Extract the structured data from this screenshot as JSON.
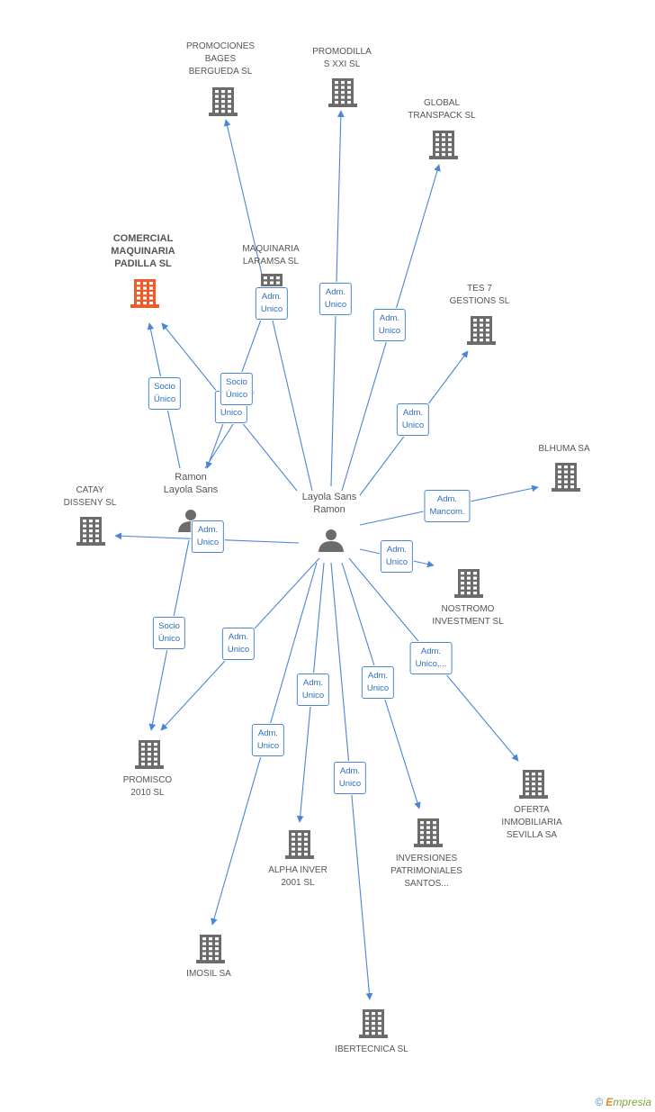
{
  "persons": [
    {
      "id": "p1",
      "label": "Layola Sans\nRamon"
    },
    {
      "id": "p2",
      "label": "Ramon\nLayola Sans"
    }
  ],
  "companies": [
    {
      "id": "c_comercial",
      "label": "COMERCIAL\nMAQUINARIA\nPADILLA SL",
      "focus": true
    },
    {
      "id": "c_promociones",
      "label": "PROMOCIONES\nBAGES\nBERGUEDA SL"
    },
    {
      "id": "c_promodilla",
      "label": "PROMODILLA\nS XXI SL"
    },
    {
      "id": "c_global",
      "label": "GLOBAL\nTRANSPACK SL"
    },
    {
      "id": "c_maquinaria",
      "label": "MAQUINARIA\nLARAMSA SL"
    },
    {
      "id": "c_tes7",
      "label": "TES 7\nGESTIONS SL"
    },
    {
      "id": "c_blhuma",
      "label": "BLHUMA SA"
    },
    {
      "id": "c_catay",
      "label": "CATAY\nDISSENY SL"
    },
    {
      "id": "c_nostromo",
      "label": "NOSTROMO\nINVESTMENT SL"
    },
    {
      "id": "c_promisco",
      "label": "PROMISCO\n2010 SL"
    },
    {
      "id": "c_oferta",
      "label": "OFERTA\nINMOBILIARIA\nSEVILLA SA"
    },
    {
      "id": "c_alpha",
      "label": "ALPHA INVER\n2001 SL"
    },
    {
      "id": "c_inversiones",
      "label": "INVERSIONES\nPATRIMONIALES\nSANTOS..."
    },
    {
      "id": "c_imosil",
      "label": "IMOSIL SA"
    },
    {
      "id": "c_ibertecnica",
      "label": "IBERTECNICA SL"
    }
  ],
  "edges": [
    {
      "id": "e1",
      "label": "Adm.\nUnico"
    },
    {
      "id": "e2",
      "label": "Adm.\nUnico"
    },
    {
      "id": "e3",
      "label": "Adm.\nUnico"
    },
    {
      "id": "e4",
      "label": "Adm.\nUnico"
    },
    {
      "id": "e5",
      "label": "Adm.\nUnico"
    },
    {
      "id": "e6",
      "label": "Adm.\nMancom."
    },
    {
      "id": "e7",
      "label": "Adm.\nUnico"
    },
    {
      "id": "e8",
      "label": "Adm.\nUnico"
    },
    {
      "id": "e9",
      "label": "Adm.\nUnico"
    },
    {
      "id": "e10",
      "label": "Adm.\nUnico,..."
    },
    {
      "id": "e11",
      "label": "Adm.\nUnico"
    },
    {
      "id": "e12",
      "label": "Adm.\nUnico"
    },
    {
      "id": "e13",
      "label": "Adm.\nUnico"
    },
    {
      "id": "e14",
      "label": "Adm.\nUnico"
    },
    {
      "id": "e15",
      "label": "Adm.\nUnico"
    },
    {
      "id": "e16",
      "label": "Socio\nÚnico"
    },
    {
      "id": "e17",
      "label": "Socio\nÚnico"
    },
    {
      "id": "e18",
      "label": "Socio\nÚnico"
    }
  ],
  "colors": {
    "edge": "#4a86d4",
    "building": "#6b6b6b",
    "focus_building": "#f05a28",
    "person": "#6b6b6b"
  },
  "footer": {
    "copyright": "©",
    "brand_first": "E",
    "brand_rest": "mpresia"
  }
}
